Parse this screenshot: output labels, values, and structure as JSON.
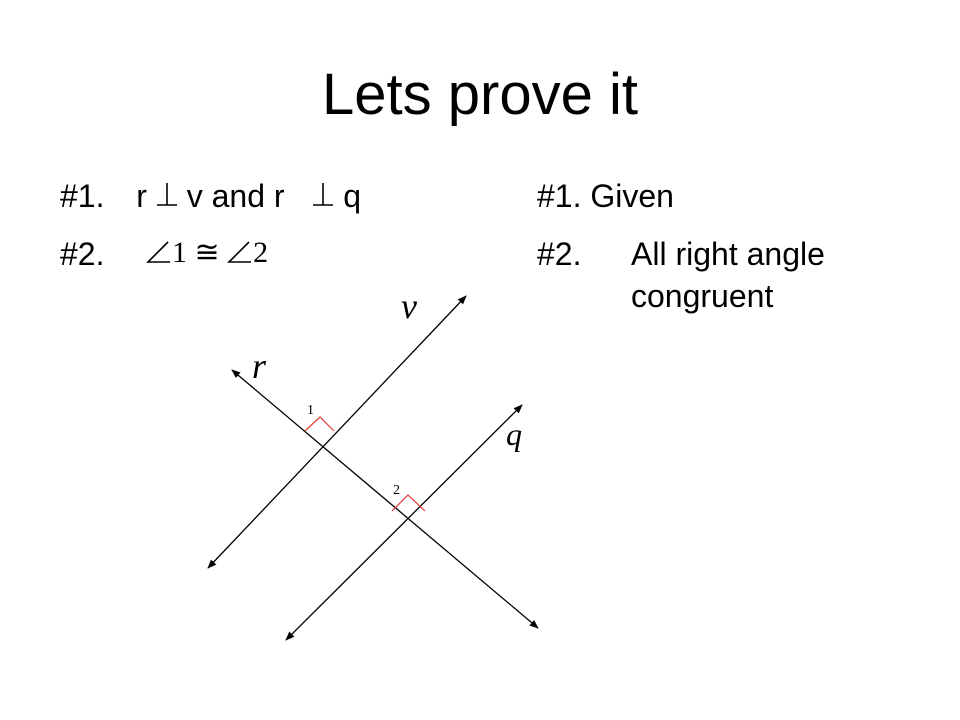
{
  "title": "Lets prove it",
  "statements": [
    {
      "num": "#1.",
      "part_a": "r",
      "part_b": "v and r",
      "part_c": "q"
    },
    {
      "num": "#2.",
      "angle_a": "1",
      "congruent": "≅",
      "angle_b": "2"
    }
  ],
  "reasons": [
    {
      "num": "#1.",
      "text": "Given"
    },
    {
      "num": "#2.",
      "line1": "All right angle",
      "line2": "congruent"
    }
  ],
  "diagram": {
    "labels": {
      "v": "v",
      "r": "r",
      "q": "q",
      "angle1": "1",
      "angle2": "2"
    },
    "right_angle_color": "#e03c31"
  }
}
